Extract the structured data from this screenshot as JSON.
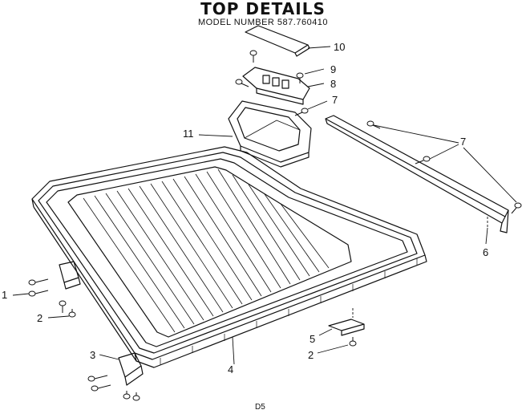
{
  "header": {
    "title": "TOP DETAILS",
    "model": "MODEL NUMBER 587.760410"
  },
  "callouts": {
    "c1": "1",
    "c2a": "2",
    "c2b": "2",
    "c3": "3",
    "c4": "4",
    "c5": "5",
    "c6": "6",
    "c7a": "7",
    "c7b": "7",
    "c8": "8",
    "c9": "9",
    "c10": "10",
    "c11": "11"
  },
  "footer": {
    "page_code": "D5"
  }
}
